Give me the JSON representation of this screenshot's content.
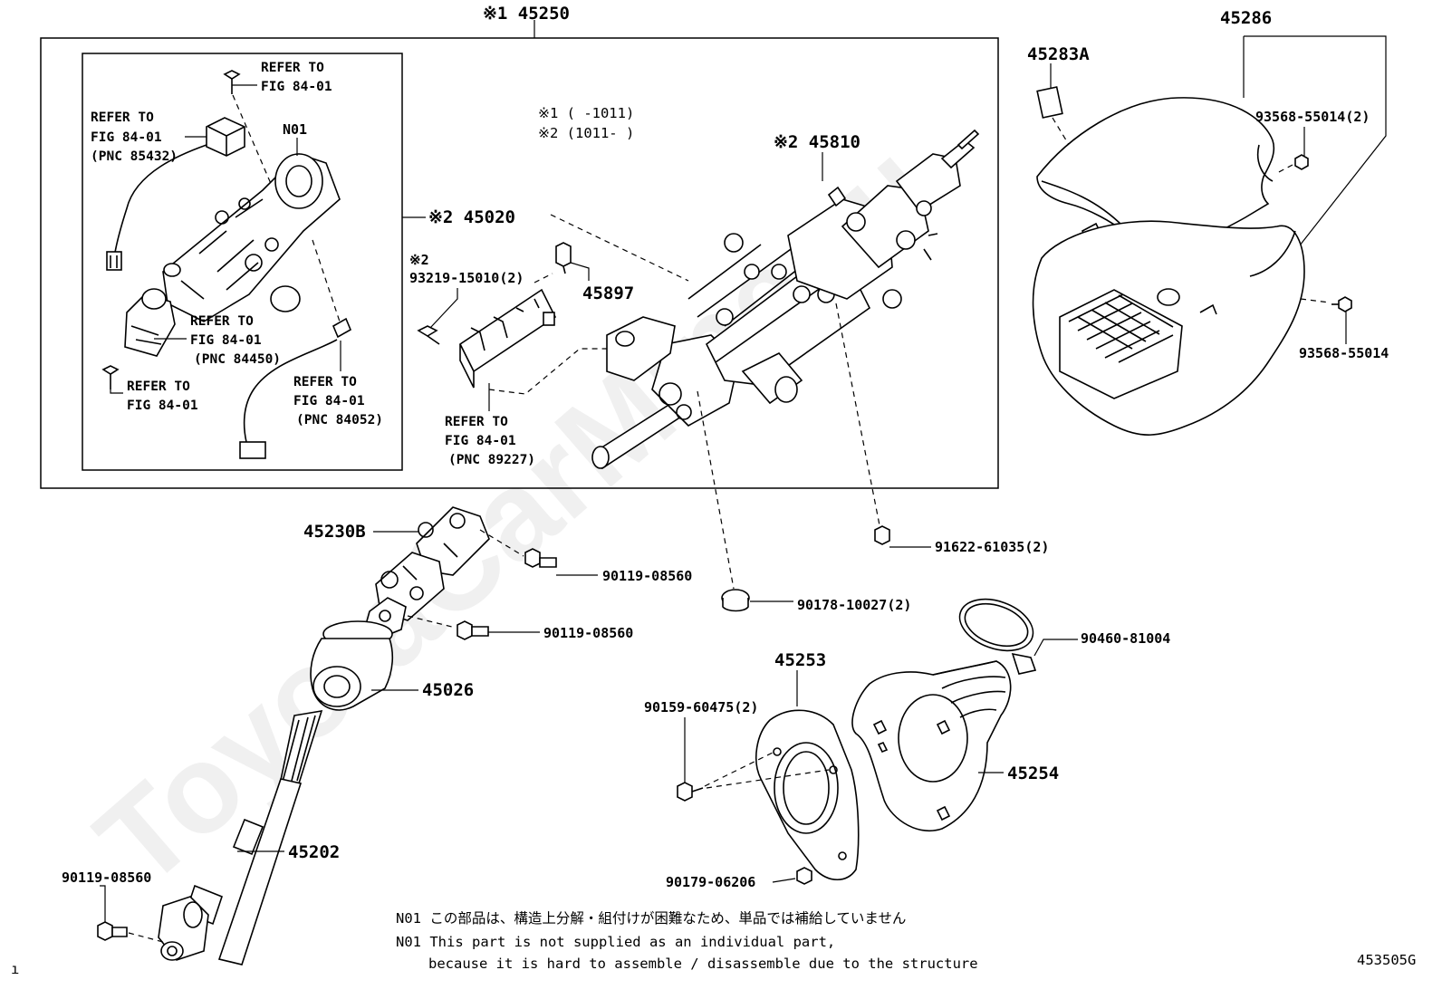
{
  "diagram": {
    "watermark": "ToyotaCarMine.ru",
    "figure_id": "453505G",
    "corner_mark": "ı",
    "conditions": {
      "c1": "※1 (    -1011)",
      "c2": "※2 (1011-    )"
    },
    "parts": {
      "assy": "※1 45250",
      "lock": "※2 45020",
      "column": "※2 45810",
      "bolt93219_mark": "※2",
      "bolt93219": "93219-15010(2)",
      "n01": "N01",
      "p45897": "45897",
      "p45286": "45286",
      "p45283a": "45283A",
      "screw93568_2": "93568-55014(2)",
      "screw93568": "93568-55014",
      "p45230b": "45230B",
      "b90119_a": "90119-08560",
      "b90119_b": "90119-08560",
      "b90119_c": "90119-08560",
      "p45026": "45026",
      "p45202": "45202",
      "b91622": "91622-61035(2)",
      "clip90178": "90178-10027(2)",
      "clamp90460": "90460-81004",
      "p45253": "45253",
      "p45254": "45254",
      "b90159": "90159-60475(2)",
      "nut90179": "90179-06206"
    },
    "references": {
      "r1": [
        "REFER TO",
        "FIG 84-01"
      ],
      "r2": [
        "REFER TO",
        "FIG 84-01",
        "(PNC 85432)"
      ],
      "r3": [
        "REFER TO",
        "FIG 84-01",
        "(PNC 84450)"
      ],
      "r4": [
        "REFER TO",
        "FIG 84-01"
      ],
      "r5": [
        "REFER TO",
        "FIG 84-01",
        "(PNC 84052)"
      ],
      "r6": [
        "REFER TO",
        "FIG 84-01",
        "(PNC 89227)"
      ]
    },
    "notes": {
      "jp": "N01 この部品は、構造上分解・組付けが困難なため、単品では補給していません",
      "en1": "N01 This part is not supplied as an individual part,",
      "en2": "because it is hard to assemble / disassemble due to the structure"
    }
  }
}
